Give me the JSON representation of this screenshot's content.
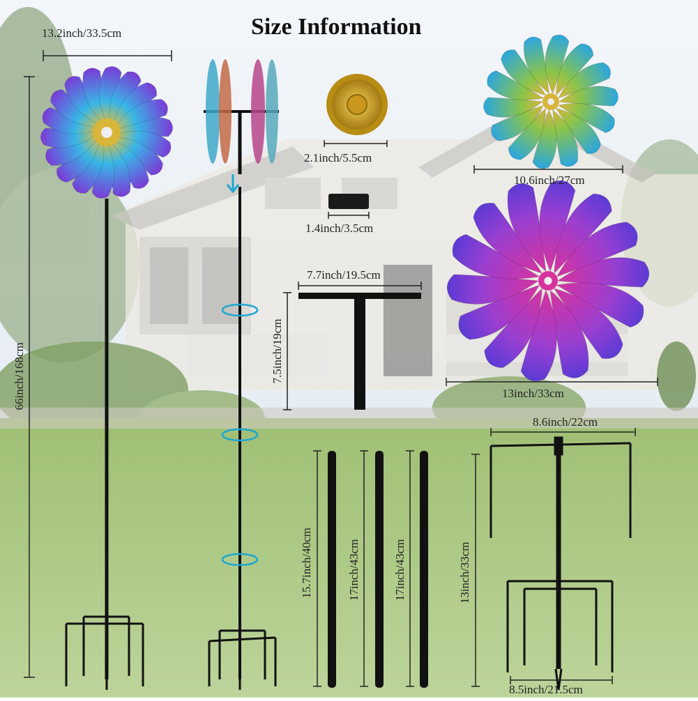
{
  "title": "Size Information",
  "labels": {
    "spinner_width": "13.2inch/33.5cm",
    "total_height": "66inch/168cm",
    "medallion": "2.1inch/5.5cm",
    "tube": "1.4inch/3.5cm",
    "t_bar_width": "7.7inch/19.5cm",
    "t_bar_height": "7.5inch/19cm",
    "blue_wheel": "10.6inch/27cm",
    "purple_wheel": "13inch/33cm",
    "stake_top_width": "8.6inch/22cm",
    "pole_1": "15.7inch/40cm",
    "pole_2": "17inch/43cm",
    "pole_3": "17inch/43cm",
    "stake_height": "13inch/33cm",
    "stake_bottom_width": "8.5inch/21.5cm"
  },
  "colors": {
    "sky": "#dfe9f2",
    "house": "#e9e6dd",
    "lawn": "#86a85a",
    "pole": "#111111",
    "blue_petal": "#3fb5e6",
    "gold": "#d9b53a",
    "purple_petal": "#7a3fd0",
    "magenta_petal": "#d63aa9"
  }
}
